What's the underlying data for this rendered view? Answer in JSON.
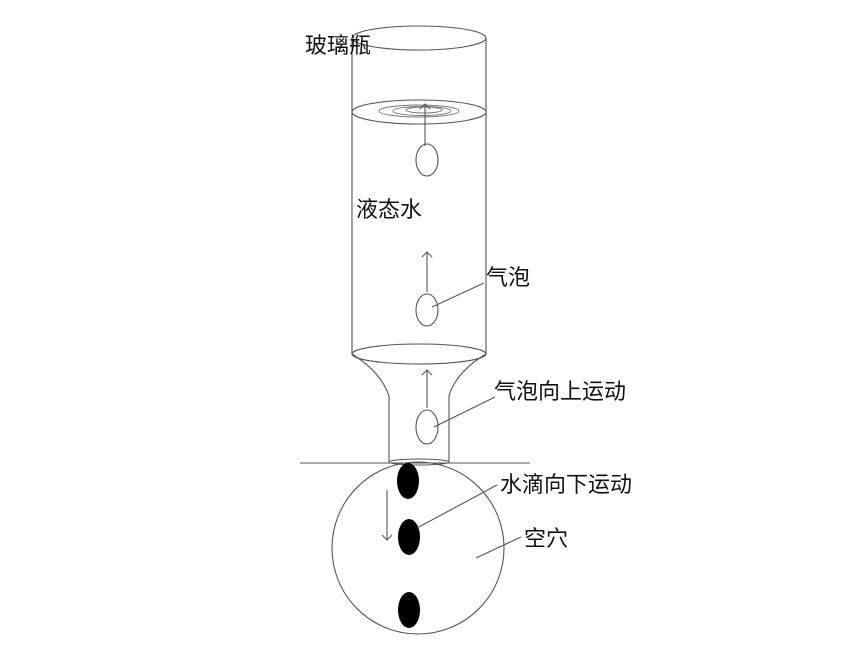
{
  "labels": {
    "bottle": "玻璃瓶",
    "liquid_water": "液态水",
    "bubble": "气泡",
    "bubble_moves_up": "气泡向上运动",
    "droplet_moves_down": "水滴向下运动",
    "cavity": "空穴"
  },
  "colors": {
    "stroke": "#555555",
    "droplet_fill": "#000000",
    "background": "#ffffff"
  }
}
